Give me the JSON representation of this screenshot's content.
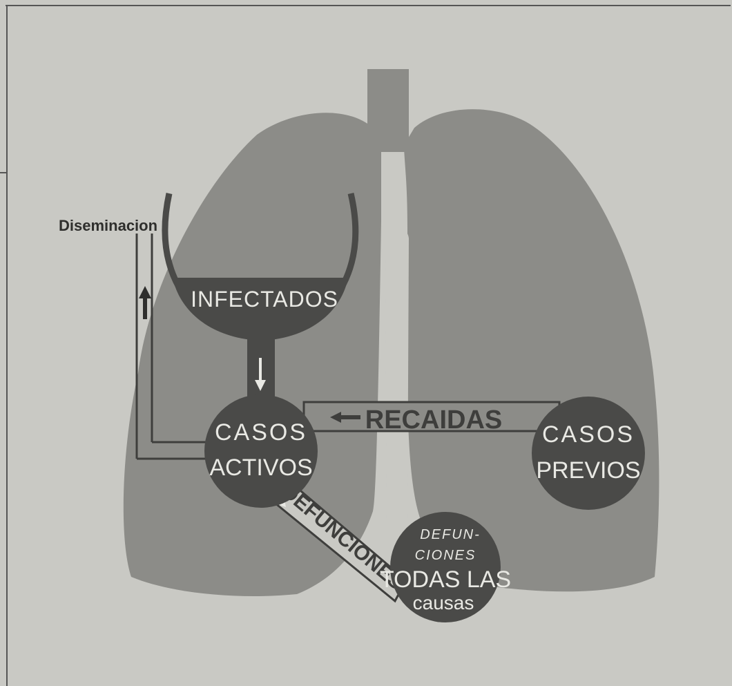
{
  "colors": {
    "paper": "#c9c9c4",
    "lung": "#8c8c88",
    "dark": "#4a4a48",
    "text_light": "#e9e9e4",
    "text_dark": "#2e2e2c"
  },
  "labels": {
    "dissemination": "Diseminacion",
    "infected": "INFECTADOS",
    "active_line1": "CASOS",
    "active_line2": "ACTIVOS",
    "previous_line1": "CASOS",
    "previous_line2": "PREVIOS",
    "relapses": "RECAIDAS",
    "deaths_band": "DEFUNCIONES",
    "deaths_line1": "DEFUN-",
    "deaths_line2": "CIONES",
    "deaths_line3": "TODAS LAS",
    "deaths_line4": "causas"
  },
  "icons": {
    "up_arrow": "arrow-up-icon",
    "down_arrow": "arrow-down-icon",
    "left_arrow": "arrow-left-icon",
    "diag_arrow": "arrow-down-right-icon"
  }
}
